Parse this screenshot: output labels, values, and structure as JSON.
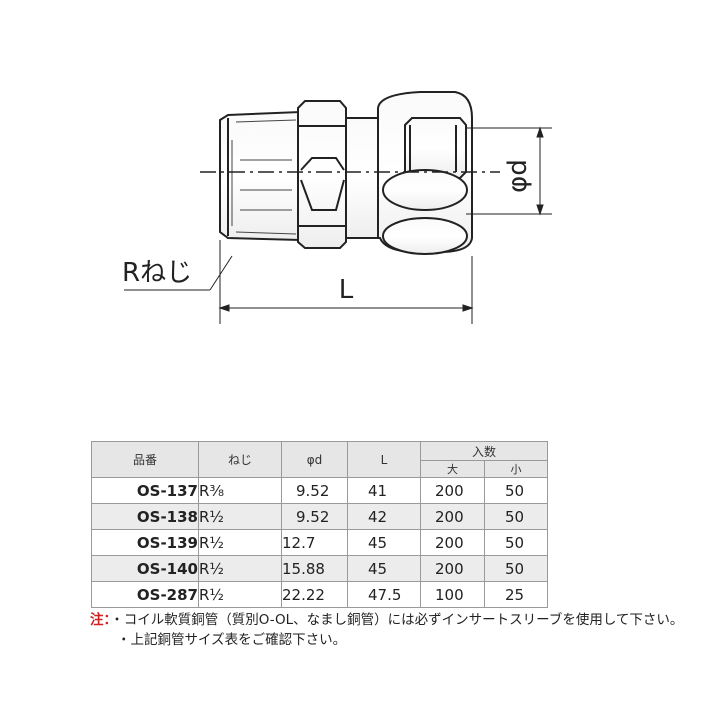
{
  "diagram": {
    "thread_label": "Rねじ",
    "length_label": "L",
    "diameter_label": "φd"
  },
  "table": {
    "headers": {
      "part_no": "品番",
      "thread": "ねじ",
      "diameter": "φd",
      "length": "L",
      "quantity": "入数",
      "large": "大",
      "small": "小"
    },
    "rows": [
      {
        "part_no": "OS-137",
        "thread": "R³⁄₈",
        "diameter": "9.52",
        "length": "41",
        "large": "200",
        "small": "50"
      },
      {
        "part_no": "OS-138",
        "thread": "R½",
        "diameter": "9.52",
        "length": "42",
        "large": "200",
        "small": "50"
      },
      {
        "part_no": "OS-139",
        "thread": "R½",
        "diameter": "12.7",
        "length": "45",
        "large": "200",
        "small": "50"
      },
      {
        "part_no": "OS-140",
        "thread": "R½",
        "diameter": "15.88",
        "length": "45",
        "large": "200",
        "small": "50"
      },
      {
        "part_no": "OS-287",
        "thread": "R½",
        "diameter": "22.22",
        "length": "47.5",
        "large": "100",
        "small": "25"
      }
    ]
  },
  "notes": {
    "label": "注：",
    "line1": "・コイル軟質銅管（質別O-OL、なまし銅管）には必ずインサートスリーブを使用して下さい。",
    "line2": "・上記銅管サイズ表をご確認下さい。"
  }
}
